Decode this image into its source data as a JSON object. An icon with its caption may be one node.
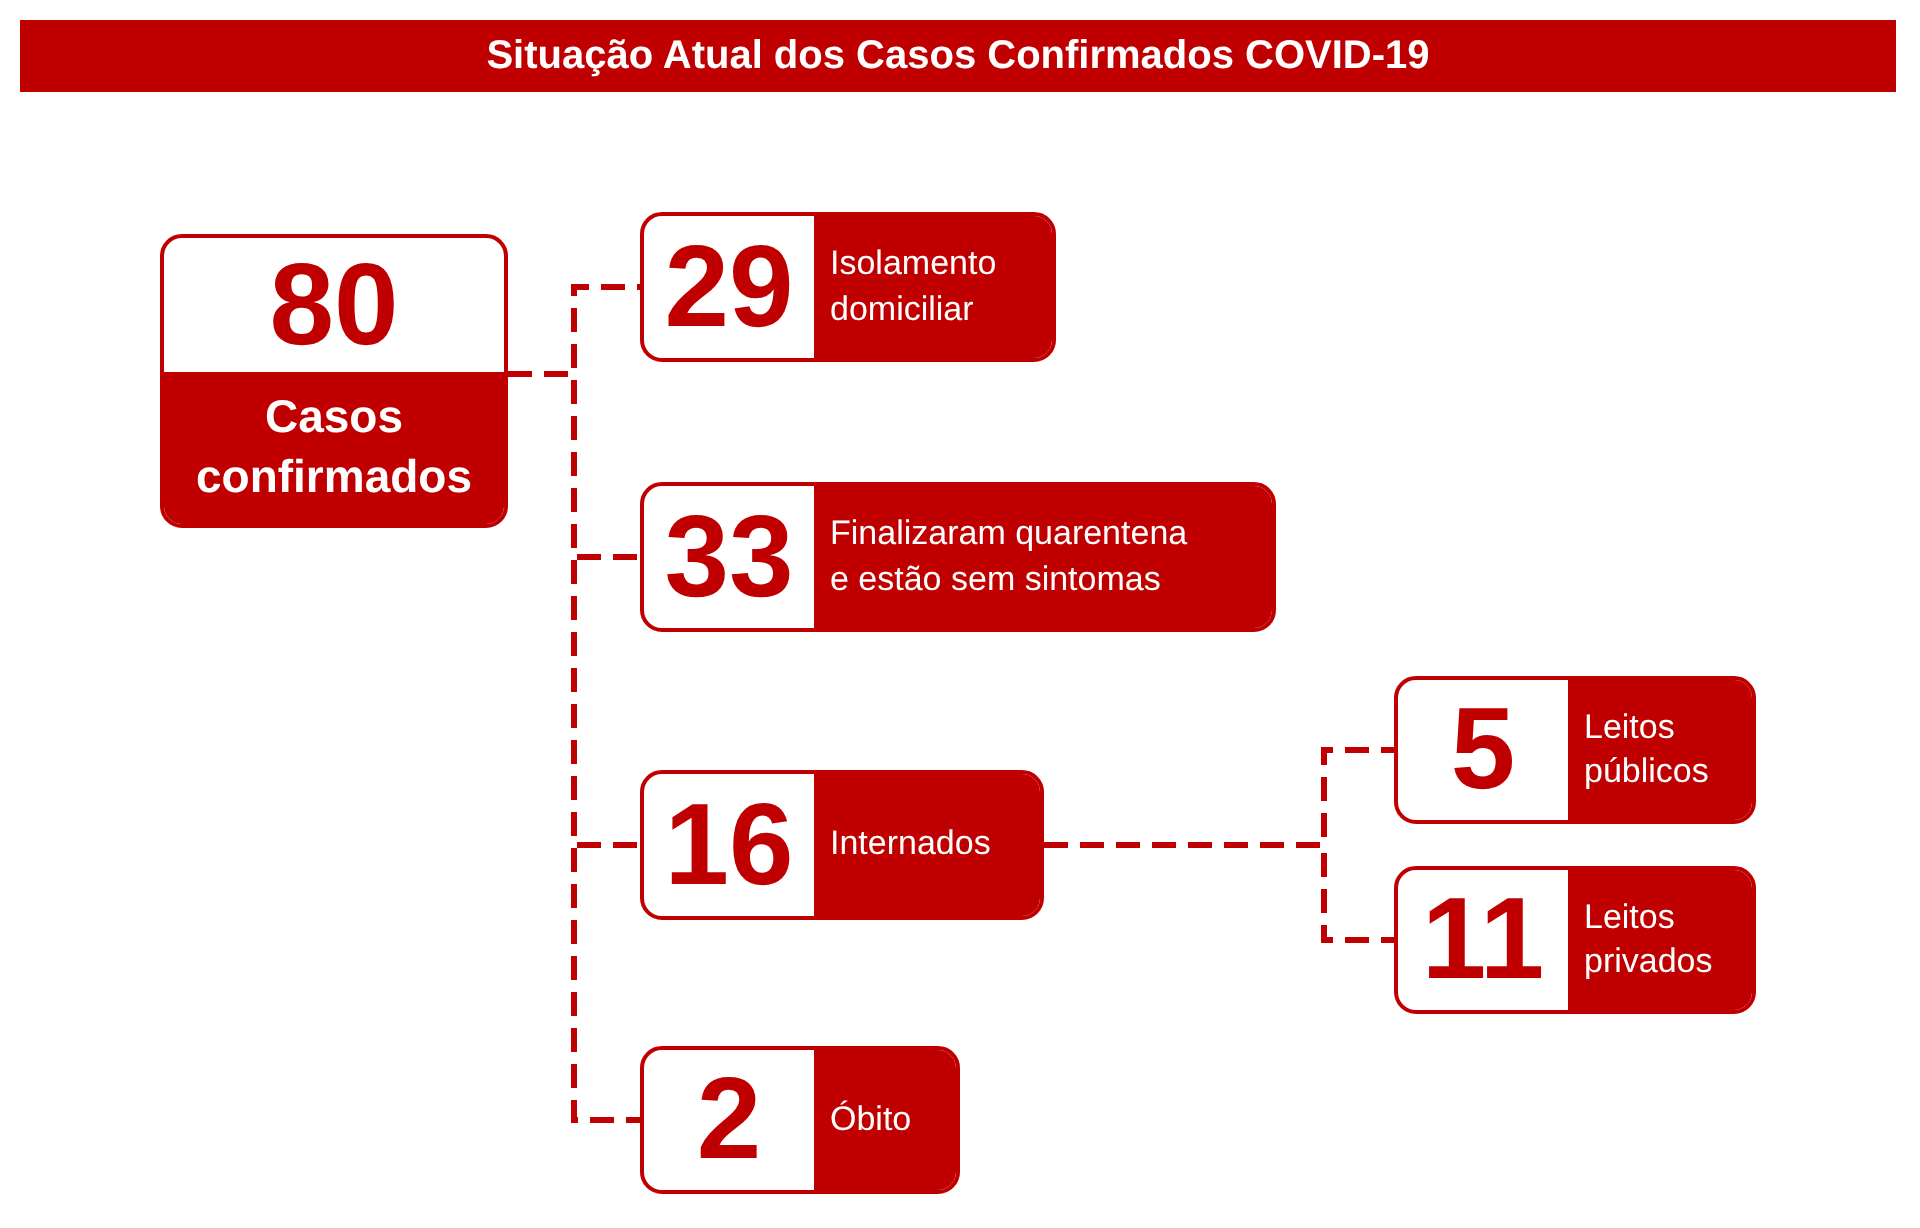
{
  "diagram": {
    "title": "Situação Atual dos Casos Confirmados COVID-19",
    "nodes": [
      {
        "text": [
          "80",
          "Casos confirmados"
        ]
      },
      {
        "text": [
          "29",
          "Isolamento domiciliar"
        ]
      },
      {
        "text": [
          "33",
          "Finalizaram quarentena e estão sem sintomas"
        ]
      },
      {
        "text": [
          "16",
          "Internados"
        ]
      },
      {
        "text": [
          "2",
          "Óbito"
        ]
      },
      {
        "text": [
          "5",
          "Leitos públicos"
        ]
      },
      {
        "text": [
          "11",
          "Leitos privados"
        ]
      }
    ],
    "edges": [
      {
        "from": 0,
        "to": 1,
        "arrow": "none",
        "style": "dashed"
      },
      {
        "from": 0,
        "to": 2,
        "arrow": "none",
        "style": "dashed"
      },
      {
        "from": 0,
        "to": 3,
        "arrow": "none",
        "style": "dashed"
      },
      {
        "from": 0,
        "to": 4,
        "arrow": "none",
        "style": "dashed"
      },
      {
        "from": 3,
        "to": 5,
        "arrow": "none",
        "style": "dashed"
      },
      {
        "from": 3,
        "to": 6,
        "arrow": "none",
        "style": "dashed"
      }
    ]
  }
}
